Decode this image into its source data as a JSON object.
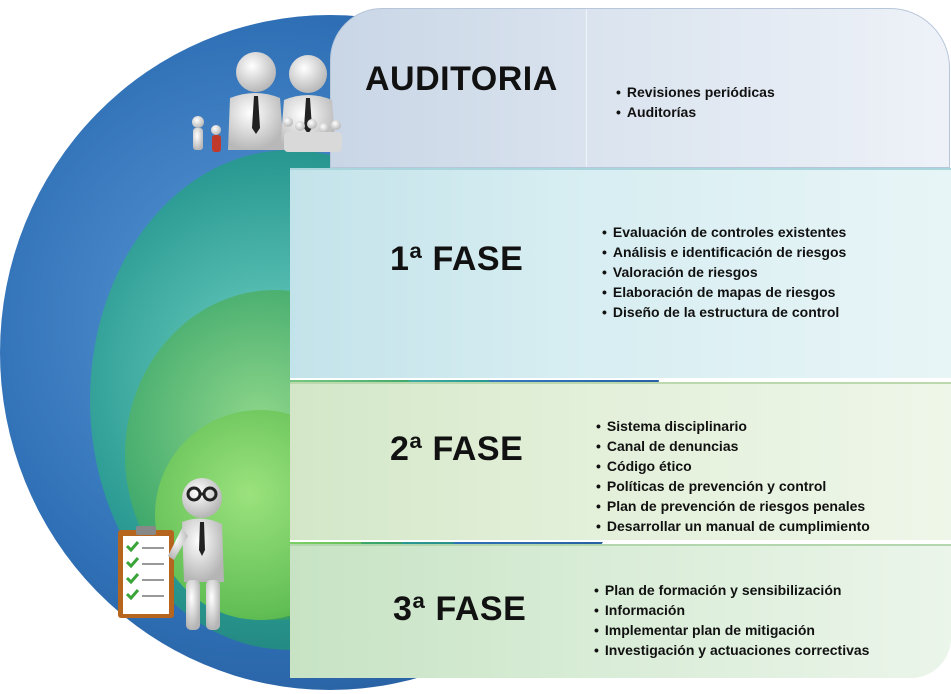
{
  "colors": {
    "outer_ring": "#2f6fb5",
    "mid_ring": "#2a9a92",
    "inner_ring": "#3aa66a",
    "core": "#62bf55",
    "auditoria_panel": "#d8e2ee",
    "fase1_panel": "#d6edf1",
    "fase2_panel": "#e2efd8",
    "fase3_panel": "#d8ecd6"
  },
  "phases": [
    {
      "title": "AUDITORIA",
      "items": [
        "Revisiones periódicas",
        "Auditorías"
      ],
      "icon": "business-people-group-icon"
    },
    {
      "title": "1ª FASE",
      "items": [
        "Evaluación de controles existentes",
        "Análisis e identificación de riesgos",
        "Valoración de riesgos",
        "Elaboración de mapas de riesgos",
        "Diseño de la estructura de control"
      ]
    },
    {
      "title": "2ª FASE",
      "items": [
        "Sistema disciplinario",
        "Canal de denuncias",
        "Código ético",
        "Políticas de prevención y control",
        "Plan de prevención de riesgos penales",
        "Desarrollar un manual de cumplimiento"
      ]
    },
    {
      "title": "3ª FASE",
      "items": [
        "Plan de formación y sensibilización",
        "Información",
        "Implementar plan de mitigación",
        "Investigación y actuaciones correctivas"
      ],
      "icon": "person-with-checklist-icon"
    }
  ]
}
